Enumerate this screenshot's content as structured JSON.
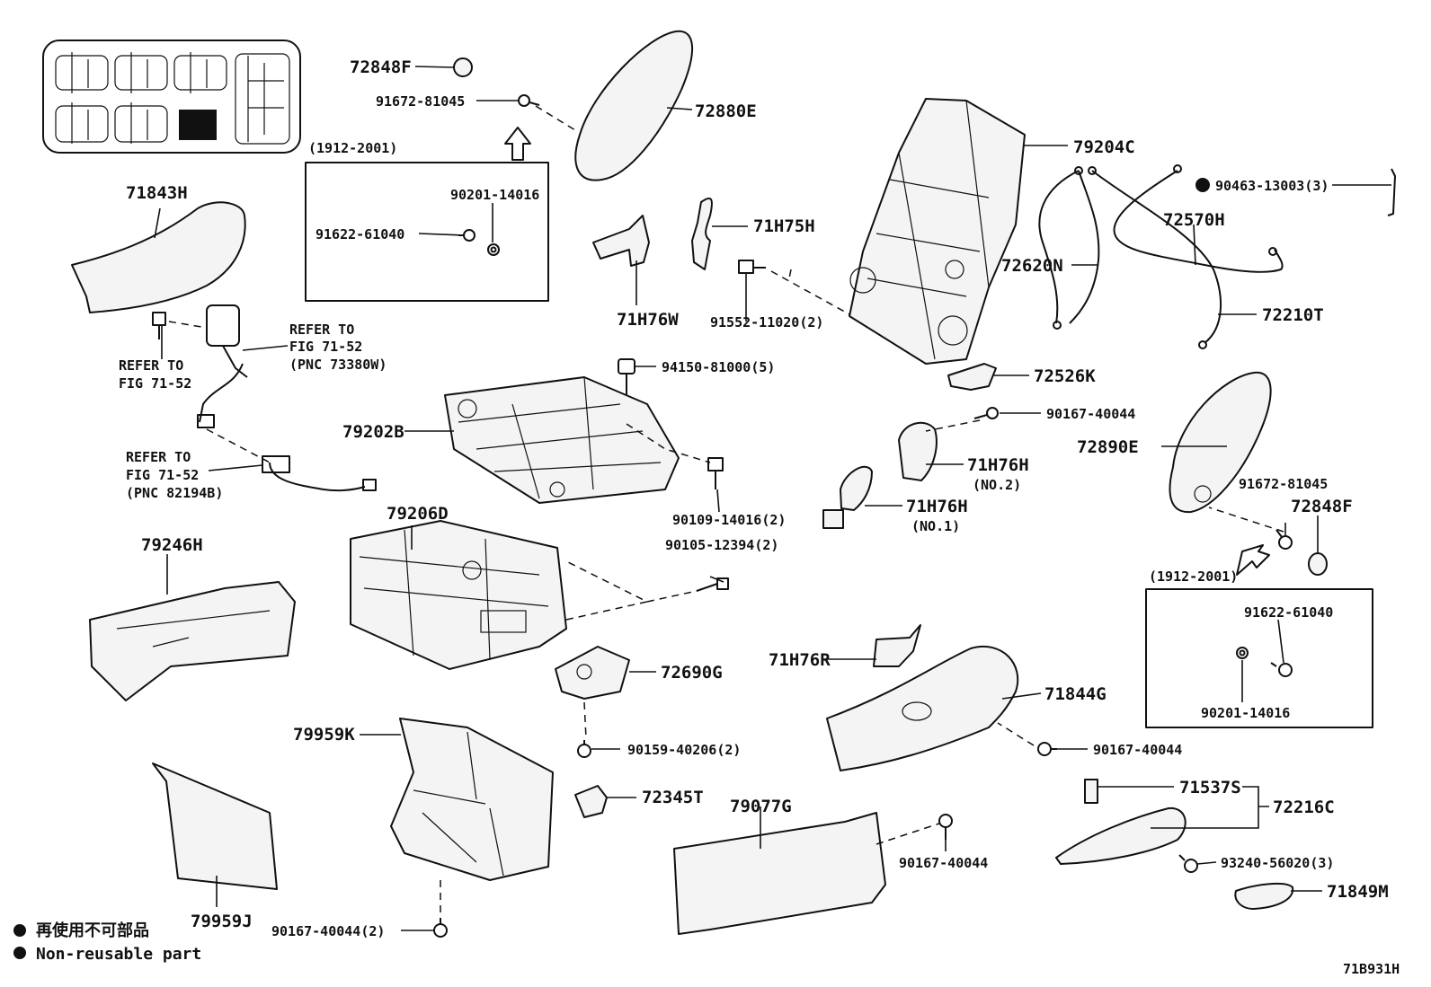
{
  "labels": {
    "l_72848F_top": "72848F",
    "l_91672_top": "91672-81045",
    "l_72880E": "72880E",
    "l_range_left": "(1912-2001)",
    "l_90201_left": "90201-14016",
    "l_91622_left": "91622-61040",
    "l_71843H": "71843H",
    "l_refer1_a": "REFER TO",
    "l_refer1_b": "FIG 71-52",
    "l_refer1_c": "(PNC 73380W)",
    "l_refer2_a": "REFER TO",
    "l_refer2_b": "FIG 71-52",
    "l_refer3_a": "REFER TO",
    "l_refer3_b": "FIG 71-52",
    "l_refer3_c": "(PNC 82194B)",
    "l_71H75H": "71H75H",
    "l_71H76W": "71H76W",
    "l_91552": "91552-11020(2)",
    "l_79204C": "79204C",
    "l_90463": "90463-13003(3)",
    "l_72570H": "72570H",
    "l_72620N": "72620N",
    "l_72210T": "72210T",
    "l_94150": "94150-81000(5)",
    "l_72526K": "72526K",
    "l_79202B": "79202B",
    "l_90167_a": "90167-40044",
    "l_72890E": "72890E",
    "l_71H76H_no2": "71H76H",
    "l_no2": "(NO.2)",
    "l_71H76H_no1": "71H76H",
    "l_no1": "(NO.1)",
    "l_90109": "90109-14016(2)",
    "l_91672_right": "91672-81045",
    "l_72848F_right": "72848F",
    "l_79206D": "79206D",
    "l_90105": "90105-12394(2)",
    "l_79246H": "79246H",
    "l_range_right": "(1912-2001)",
    "l_91622_right": "91622-61040",
    "l_90201_right": "90201-14016",
    "l_71H76R": "71H76R",
    "l_72690G": "72690G",
    "l_71844G": "71844G",
    "l_79959K": "79959K",
    "l_90159": "90159-40206(2)",
    "l_90167_b": "90167-40044",
    "l_71537S": "71537S",
    "l_72216C": "72216C",
    "l_72345T": "72345T",
    "l_79077G": "79077G",
    "l_90167_c": "90167-40044",
    "l_93240": "93240-56020(3)",
    "l_71849M": "71849M",
    "l_79959J": "79959J",
    "l_90167_d": "90167-40044(2)",
    "l_figure_id": "71B931H"
  },
  "legend": {
    "line1": "再使用不可部品",
    "line2": "Non-reusable part"
  },
  "colors": {
    "ink": "#111111",
    "background": "#ffffff",
    "highlight_seat": "#111111"
  }
}
